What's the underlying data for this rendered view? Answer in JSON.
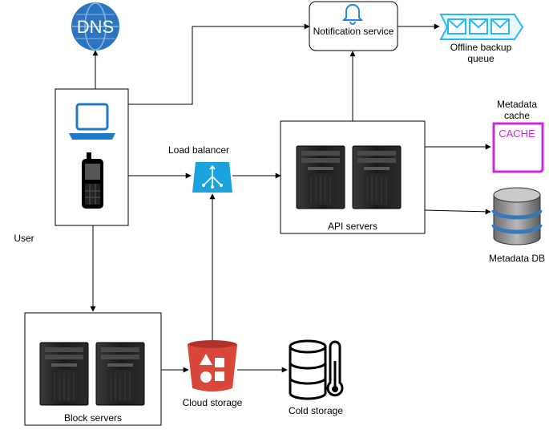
{
  "nodes": {
    "dns": {
      "label": "DNS"
    },
    "user": {
      "label": "User"
    },
    "notification": {
      "label": "Notification service"
    },
    "offline_queue": {
      "label_line1": "Offline backup",
      "label_line2": "queue"
    },
    "load_balancer": {
      "label": "Load balancer"
    },
    "api_servers": {
      "label": "API servers"
    },
    "metadata_cache": {
      "label_line1": "Metadata",
      "label_line2": "cache",
      "badge": "CACHE"
    },
    "metadata_db": {
      "label": "Metadata DB"
    },
    "block_servers": {
      "label": "Block servers"
    },
    "cloud_storage": {
      "label": "Cloud storage"
    },
    "cold_storage": {
      "label": "Cold storage"
    }
  },
  "colors": {
    "dns_blue": "#2a74c0",
    "laptop_blue": "#1f78c8",
    "notification_blue": "#1e88e5",
    "queue_cyan": "#29b6f6",
    "load_balancer_blue": "#1aa3dc",
    "cache_magenta": "#c92bd6",
    "db_blue": "#3a77b5",
    "cloud_red": "#d9463a",
    "server_dark": "#1c1c1c",
    "edge": "#000000"
  }
}
